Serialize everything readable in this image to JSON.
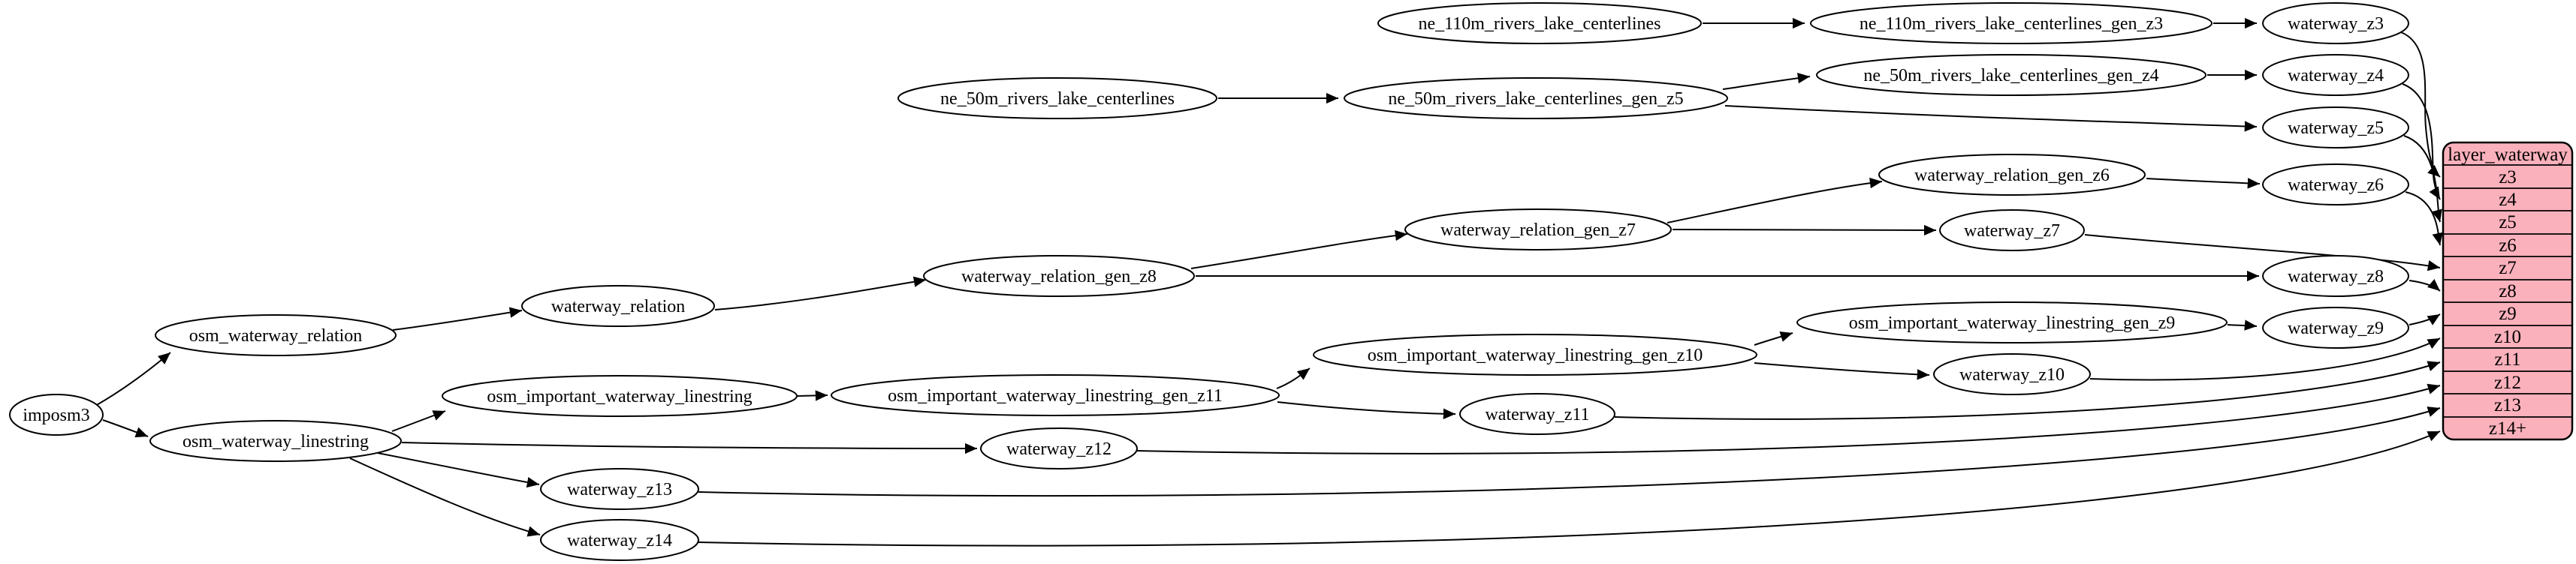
{
  "nodes": {
    "imposm3": "imposm3",
    "osm_waterway_relation": "osm_waterway_relation",
    "osm_waterway_linestring": "osm_waterway_linestring",
    "waterway_relation": "waterway_relation",
    "osm_important_waterway_linestring": "osm_important_waterway_linestring",
    "waterway_relation_gen_z8": "waterway_relation_gen_z8",
    "waterway_relation_gen_z7": "waterway_relation_gen_z7",
    "waterway_relation_gen_z6": "waterway_relation_gen_z6",
    "osm_important_waterway_linestring_gen_z11": "osm_important_waterway_linestring_gen_z11",
    "osm_important_waterway_linestring_gen_z10": "osm_important_waterway_linestring_gen_z10",
    "osm_important_waterway_linestring_gen_z9": "osm_important_waterway_linestring_gen_z9",
    "ne_110m_rivers_lake_centerlines": "ne_110m_rivers_lake_centerlines",
    "ne_110m_rivers_lake_centerlines_gen_z3": "ne_110m_rivers_lake_centerlines_gen_z3",
    "ne_50m_rivers_lake_centerlines": "ne_50m_rivers_lake_centerlines",
    "ne_50m_rivers_lake_centerlines_gen_z5": "ne_50m_rivers_lake_centerlines_gen_z5",
    "ne_50m_rivers_lake_centerlines_gen_z4": "ne_50m_rivers_lake_centerlines_gen_z4",
    "waterway_z3": "waterway_z3",
    "waterway_z4": "waterway_z4",
    "waterway_z5": "waterway_z5",
    "waterway_z6": "waterway_z6",
    "waterway_z7": "waterway_z7",
    "waterway_z8": "waterway_z8",
    "waterway_z9": "waterway_z9",
    "waterway_z10": "waterway_z10",
    "waterway_z11": "waterway_z11",
    "waterway_z12": "waterway_z12",
    "waterway_z13": "waterway_z13",
    "waterway_z14": "waterway_z14"
  },
  "table": {
    "title": "layer_waterway",
    "rows": [
      "z3",
      "z4",
      "z5",
      "z6",
      "z7",
      "z8",
      "z9",
      "z10",
      "z11",
      "z12",
      "z13",
      "z14+"
    ]
  },
  "edges": [
    {
      "from": "imposm3",
      "to": "osm_waterway_relation"
    },
    {
      "from": "imposm3",
      "to": "osm_waterway_linestring"
    },
    {
      "from": "osm_waterway_relation",
      "to": "waterway_relation"
    },
    {
      "from": "waterway_relation",
      "to": "waterway_relation_gen_z8"
    },
    {
      "from": "waterway_relation_gen_z8",
      "to": "waterway_relation_gen_z7"
    },
    {
      "from": "waterway_relation_gen_z8",
      "to": "waterway_z8"
    },
    {
      "from": "waterway_relation_gen_z7",
      "to": "waterway_relation_gen_z6"
    },
    {
      "from": "waterway_relation_gen_z7",
      "to": "waterway_z7"
    },
    {
      "from": "waterway_relation_gen_z6",
      "to": "waterway_z6"
    },
    {
      "from": "osm_waterway_linestring",
      "to": "osm_important_waterway_linestring"
    },
    {
      "from": "osm_waterway_linestring",
      "to": "waterway_z12"
    },
    {
      "from": "osm_waterway_linestring",
      "to": "waterway_z13"
    },
    {
      "from": "osm_waterway_linestring",
      "to": "waterway_z14"
    },
    {
      "from": "osm_important_waterway_linestring",
      "to": "osm_important_waterway_linestring_gen_z11"
    },
    {
      "from": "osm_important_waterway_linestring_gen_z11",
      "to": "osm_important_waterway_linestring_gen_z10"
    },
    {
      "from": "osm_important_waterway_linestring_gen_z11",
      "to": "waterway_z11"
    },
    {
      "from": "osm_important_waterway_linestring_gen_z10",
      "to": "osm_important_waterway_linestring_gen_z9"
    },
    {
      "from": "osm_important_waterway_linestring_gen_z10",
      "to": "waterway_z10"
    },
    {
      "from": "osm_important_waterway_linestring_gen_z9",
      "to": "waterway_z9"
    },
    {
      "from": "ne_110m_rivers_lake_centerlines",
      "to": "ne_110m_rivers_lake_centerlines_gen_z3"
    },
    {
      "from": "ne_110m_rivers_lake_centerlines_gen_z3",
      "to": "waterway_z3"
    },
    {
      "from": "ne_50m_rivers_lake_centerlines",
      "to": "ne_50m_rivers_lake_centerlines_gen_z5"
    },
    {
      "from": "ne_50m_rivers_lake_centerlines_gen_z5",
      "to": "ne_50m_rivers_lake_centerlines_gen_z4"
    },
    {
      "from": "ne_50m_rivers_lake_centerlines_gen_z5",
      "to": "waterway_z5"
    },
    {
      "from": "ne_50m_rivers_lake_centerlines_gen_z4",
      "to": "waterway_z4"
    },
    {
      "from": "waterway_z3",
      "to": "layer_waterway.z3"
    },
    {
      "from": "waterway_z4",
      "to": "layer_waterway.z4"
    },
    {
      "from": "waterway_z5",
      "to": "layer_waterway.z5"
    },
    {
      "from": "waterway_z6",
      "to": "layer_waterway.z6"
    },
    {
      "from": "waterway_z7",
      "to": "layer_waterway.z7"
    },
    {
      "from": "waterway_z8",
      "to": "layer_waterway.z8"
    },
    {
      "from": "waterway_z9",
      "to": "layer_waterway.z9"
    },
    {
      "from": "waterway_z10",
      "to": "layer_waterway.z10"
    },
    {
      "from": "waterway_z11",
      "to": "layer_waterway.z11"
    },
    {
      "from": "waterway_z12",
      "to": "layer_waterway.z12"
    },
    {
      "from": "waterway_z13",
      "to": "layer_waterway.z13"
    },
    {
      "from": "waterway_z14",
      "to": "layer_waterway.z14+"
    }
  ],
  "colors": {
    "node_fill": "#ffffff",
    "edge": "#000000",
    "table_fill": "#fbb1bc",
    "table_stroke": "#000000"
  }
}
